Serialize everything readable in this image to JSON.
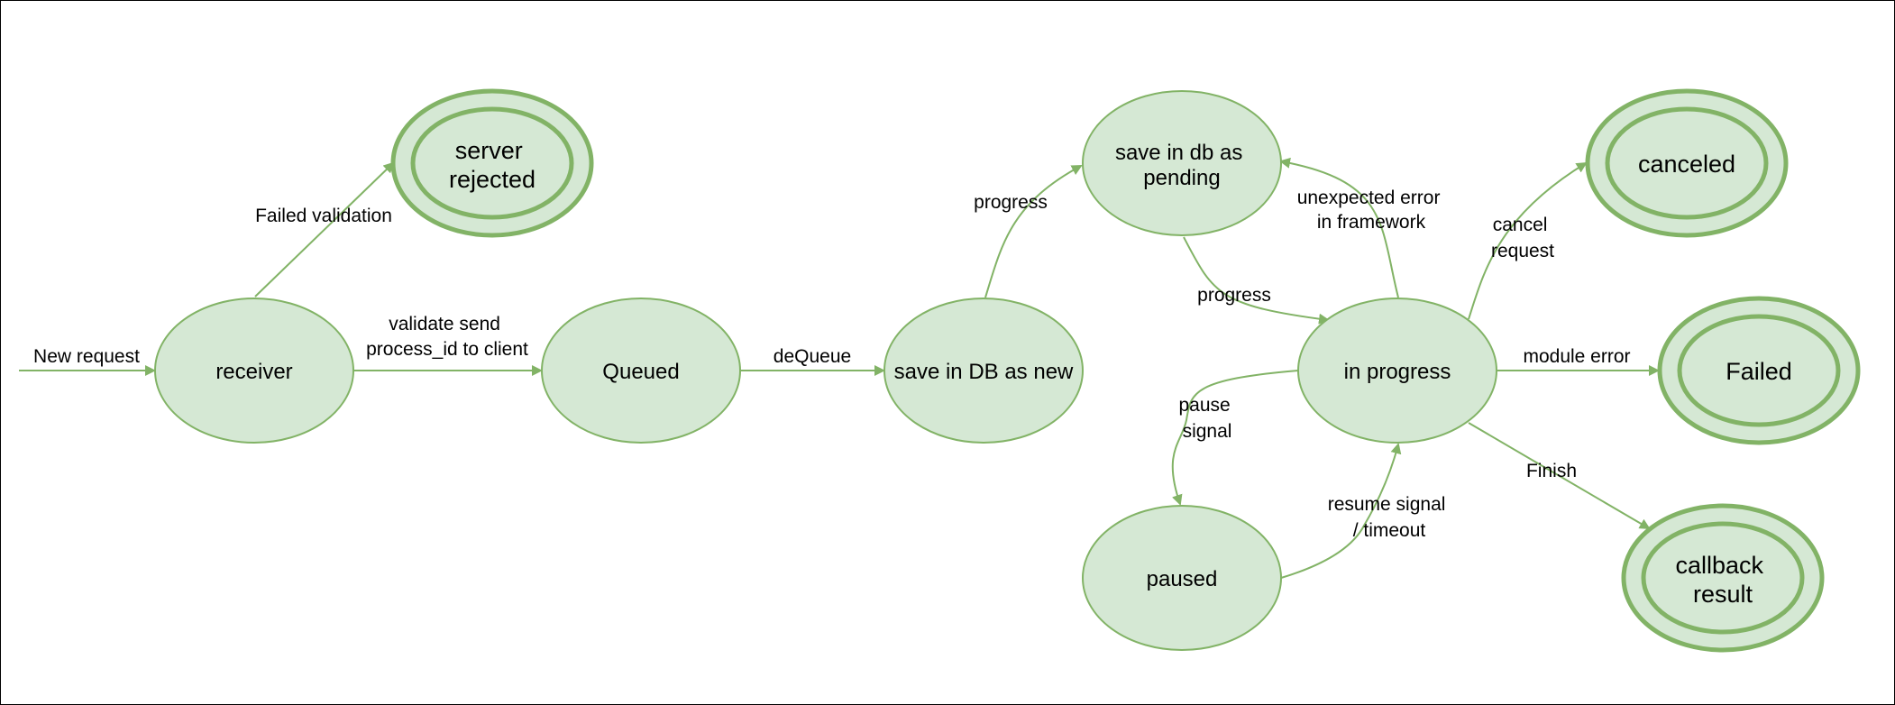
{
  "colors": {
    "node_fill": "#d5e8d4",
    "node_stroke": "#82b366",
    "edge": "#82b366",
    "text": "#000000"
  },
  "nodes": {
    "receiver": {
      "label": [
        "receiver"
      ],
      "final": false
    },
    "queued": {
      "label": [
        "Queued"
      ],
      "final": false
    },
    "save_new": {
      "label": [
        "save in DB as new"
      ],
      "final": false
    },
    "save_pending": {
      "label": [
        "save in db as",
        "pending"
      ],
      "final": false
    },
    "in_progress": {
      "label": [
        "in progress"
      ],
      "final": false
    },
    "paused": {
      "label": [
        "paused"
      ],
      "final": false
    },
    "server_rejected": {
      "label": [
        "server",
        "rejected"
      ],
      "final": true
    },
    "canceled": {
      "label": [
        "canceled"
      ],
      "final": true
    },
    "failed": {
      "label": [
        "Failed"
      ],
      "final": true
    },
    "callback_result": {
      "label": [
        "callback",
        "result"
      ],
      "final": true
    }
  },
  "edges": {
    "new_request": {
      "from": null,
      "to": "receiver",
      "label": [
        "New request"
      ]
    },
    "failed_validation": {
      "from": "receiver",
      "to": "server_rejected",
      "label": [
        "Failed validation"
      ]
    },
    "validate_send": {
      "from": "receiver",
      "to": "queued",
      "label": [
        "validate send",
        "process_id to client"
      ]
    },
    "dequeue": {
      "from": "queued",
      "to": "save_new",
      "label": [
        "deQueue"
      ]
    },
    "progress_1": {
      "from": "save_new",
      "to": "save_pending",
      "label": [
        "progress"
      ]
    },
    "progress_2": {
      "from": "save_pending",
      "to": "in_progress",
      "label": [
        "progress"
      ]
    },
    "unexpected_error": {
      "from": "in_progress",
      "to": "save_pending",
      "label": [
        "unexpected error",
        "in framework"
      ]
    },
    "cancel_request": {
      "from": "in_progress",
      "to": "canceled",
      "label": [
        "cancel",
        "request"
      ]
    },
    "module_error": {
      "from": "in_progress",
      "to": "failed",
      "label": [
        "module error"
      ]
    },
    "finish": {
      "from": "in_progress",
      "to": "callback_result",
      "label": [
        "Finish"
      ]
    },
    "pause_signal": {
      "from": "in_progress",
      "to": "paused",
      "label": [
        "pause",
        "signal"
      ]
    },
    "resume_signal": {
      "from": "paused",
      "to": "in_progress",
      "label": [
        "resume signal",
        "/ timeout"
      ]
    }
  }
}
